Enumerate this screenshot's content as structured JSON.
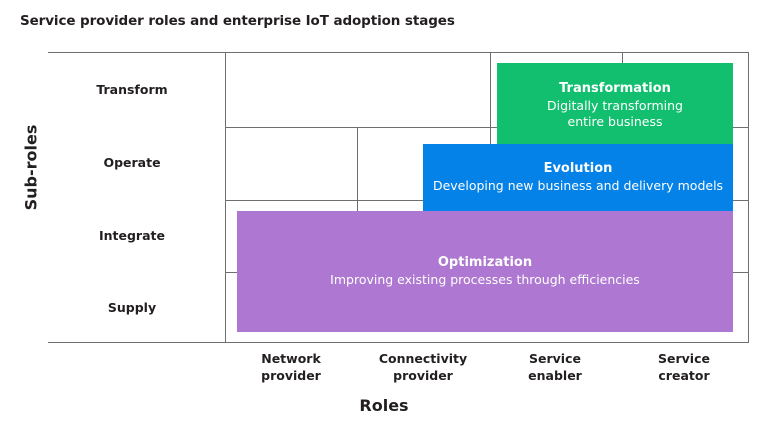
{
  "chart_data": {
    "type": "diagram",
    "title": "Service provider roles and enterprise IoT adoption stages",
    "xlabel": "Roles",
    "ylabel": "Sub-roles",
    "grid": true,
    "legend": "none",
    "categories_x": [
      "Network\nprovider",
      "Connectivity\nprovider",
      "Service\nenabler",
      "Service\ncreator"
    ],
    "categories_y": [
      "Transform",
      "Operate",
      "Integrate",
      "Supply"
    ],
    "series": [
      {
        "name": "Transformation",
        "description": "Digitally transforming entire business",
        "color": "#12BF6F",
        "x_span": [
          "Service enabler",
          "Service creator"
        ],
        "y_span": [
          "Transform",
          "Transform"
        ]
      },
      {
        "name": "Evolution",
        "description": "Developing new business and delivery models",
        "color": "#0482E8",
        "x_span": [
          "Connectivity provider",
          "Service creator"
        ],
        "y_span": [
          "Operate",
          "Operate"
        ]
      },
      {
        "name": "Optimization",
        "description": "Improving existing processes through efficiencies",
        "color": "#AE77D1",
        "x_span": [
          "Network provider",
          "Service creator"
        ],
        "y_span": [
          "Integrate",
          "Supply"
        ]
      }
    ]
  },
  "title": "Service provider roles and enterprise IoT adoption stages",
  "axes": {
    "y_title": "Sub-roles",
    "x_title": "Roles",
    "rows": [
      {
        "label": "Transform"
      },
      {
        "label": "Operate"
      },
      {
        "label": "Integrate"
      },
      {
        "label": "Supply"
      }
    ],
    "columns": [
      {
        "line1": "Network",
        "line2": "provider"
      },
      {
        "line1": "Connectivity",
        "line2": "provider"
      },
      {
        "line1": "Service",
        "line2": "enabler"
      },
      {
        "line1": "Service",
        "line2": "creator"
      }
    ]
  },
  "stages": [
    {
      "name": "Transformation",
      "desc_line1": "Digitally transforming",
      "desc_line2": "entire business",
      "color": "#12BF6F"
    },
    {
      "name": "Evolution",
      "desc_line1": "Developing new business and delivery models",
      "desc_line2": "",
      "color": "#0482E8"
    },
    {
      "name": "Optimization",
      "desc_line1": "Improving existing processes through efficiencies",
      "desc_line2": "",
      "color": "#AE77D1"
    }
  ],
  "colors": {
    "grid": "#6d6e71",
    "text": "#231f20",
    "background": "#ffffff"
  }
}
